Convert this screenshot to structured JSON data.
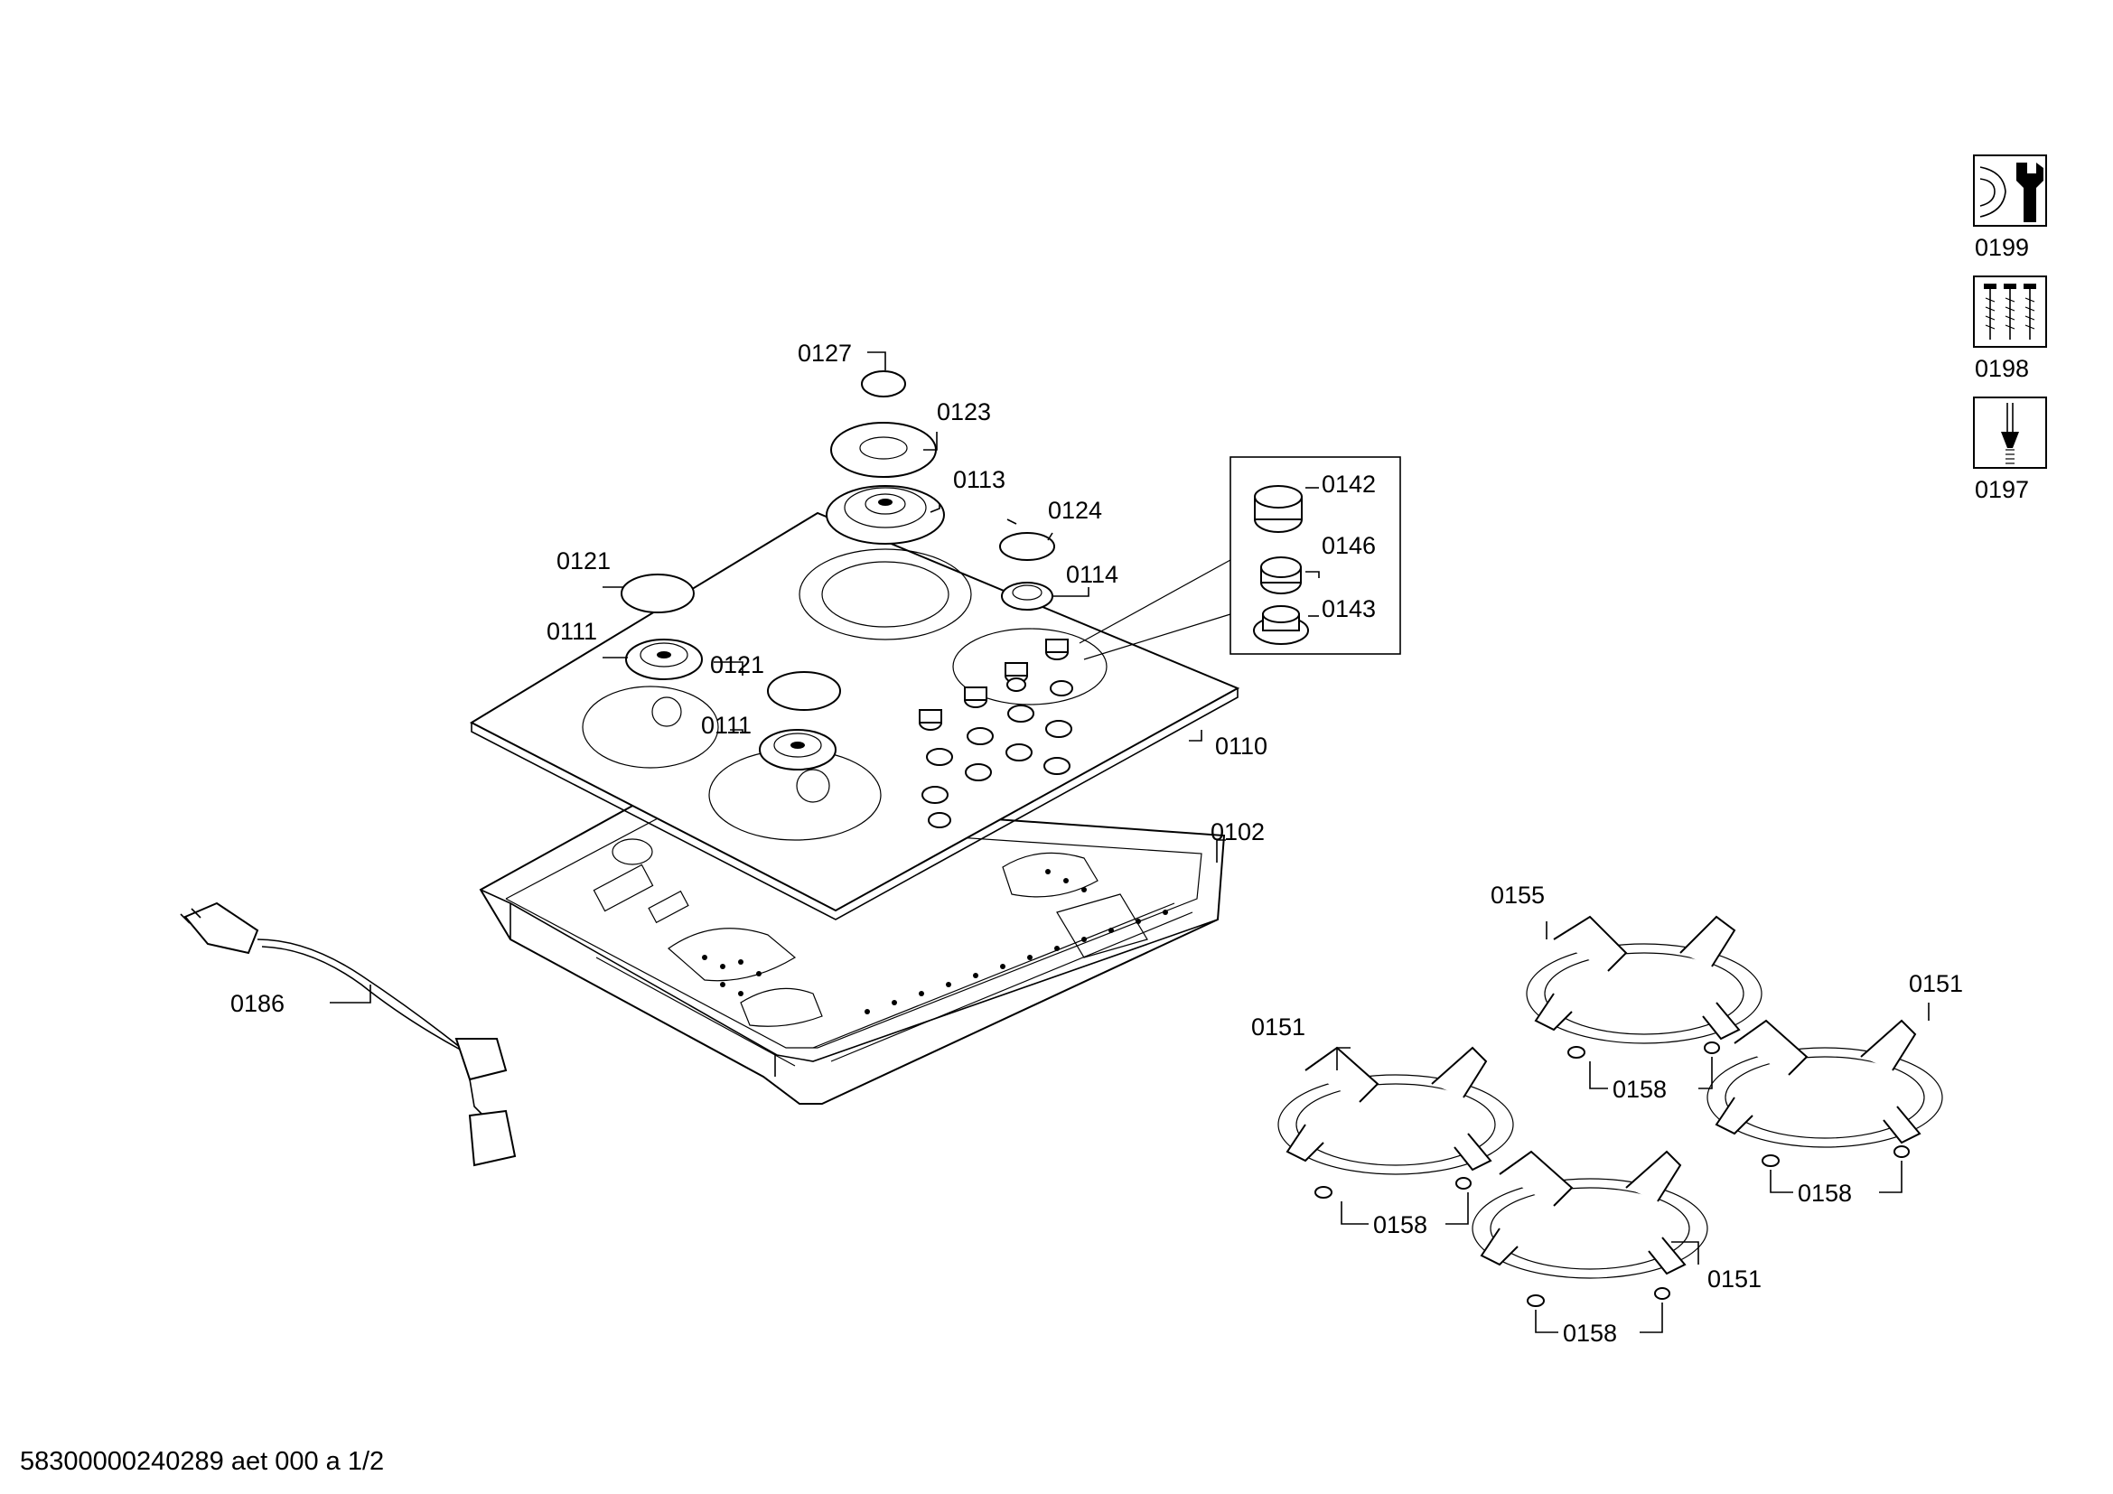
{
  "document": {
    "footer_text": "58300000240289 aet 000 a 1/2"
  },
  "part_labels": {
    "p0127": "0127",
    "p0123": "0123",
    "p0113": "0113",
    "p0124": "0124",
    "p0114": "0114",
    "p0121a": "0121",
    "p0121b": "0121",
    "p0111a": "0111",
    "p0111b": "0111",
    "p0110": "0110",
    "p0102": "0102",
    "p0142": "0142",
    "p0146": "0146",
    "p0143": "0143",
    "p0186": "0186",
    "p0155": "0155",
    "p0151a": "0151",
    "p0151b": "0151",
    "p0151c": "0151",
    "p0158a": "0158",
    "p0158b": "0158",
    "p0158c": "0158",
    "p0158d": "0158"
  },
  "legend": {
    "tools": "0199",
    "screws": "0198",
    "screwdriver": "0197"
  },
  "icons": [
    "wrench-icon",
    "screws-icon",
    "screwdriver-icon"
  ]
}
